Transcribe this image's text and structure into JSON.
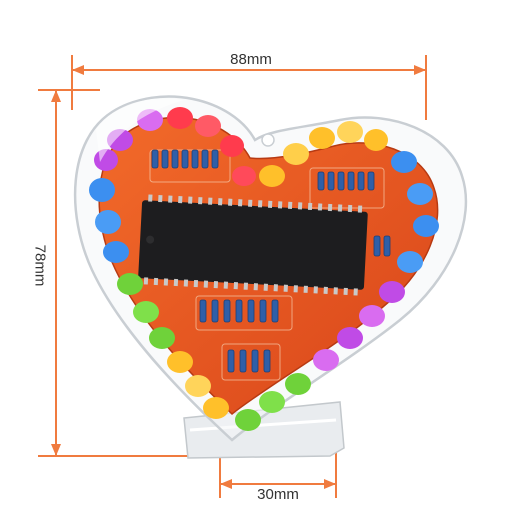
{
  "dimensions": {
    "width_label": "88mm",
    "height_label": "78mm",
    "base_label": "30mm"
  },
  "colors": {
    "dimension_line": "#f07b3f",
    "pcb": "#e8531b",
    "chip": "#1d1d1f",
    "led_palette": [
      "#c04be6",
      "#ff3b4d",
      "#ffc02a",
      "#3c8ff0",
      "#6fd23a",
      "#d96cf0"
    ]
  }
}
